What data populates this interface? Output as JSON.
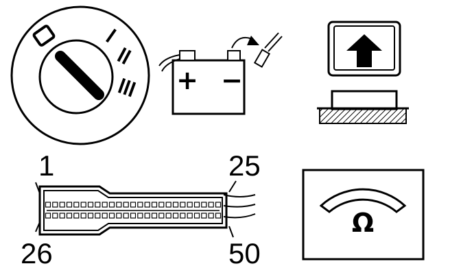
{
  "battery": {
    "positive_symbol": "+",
    "negative_symbol": "−"
  },
  "connector": {
    "pin_top_left": "1",
    "pin_top_right": "25",
    "pin_bottom_left": "26",
    "pin_bottom_right": "50"
  },
  "ohmmeter": {
    "unit_symbol": "Ω"
  },
  "icons": [
    "ignition-switch-icon",
    "battery-disconnect-icon",
    "raise-arrow-icon",
    "connector-pinout-icon",
    "ohmmeter-icon"
  ]
}
